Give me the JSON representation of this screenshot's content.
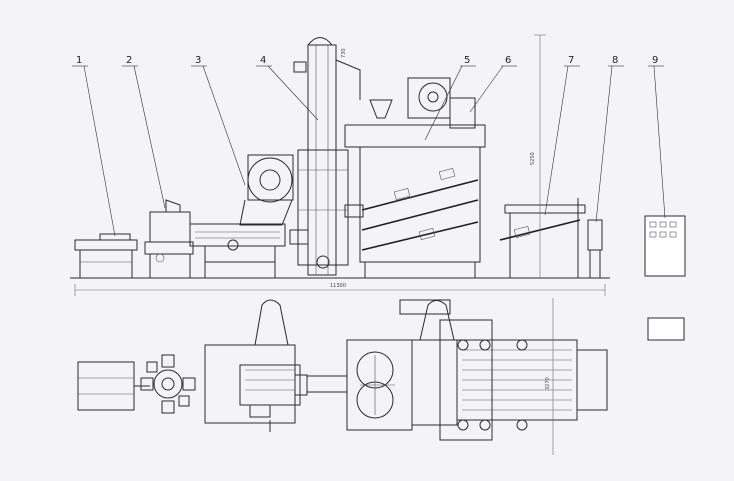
{
  "callouts": [
    {
      "id": "1",
      "label": "1"
    },
    {
      "id": "2",
      "label": "2"
    },
    {
      "id": "3",
      "label": "3"
    },
    {
      "id": "4",
      "label": "4"
    },
    {
      "id": "5",
      "label": "5"
    },
    {
      "id": "6",
      "label": "6"
    },
    {
      "id": "7",
      "label": "7"
    },
    {
      "id": "8",
      "label": "8"
    },
    {
      "id": "9",
      "label": "9"
    }
  ],
  "dimensions": {
    "overall_length": "11300",
    "height": "5250",
    "plan_width": "3270",
    "elevator_top": "730"
  },
  "colors": {
    "line": "#2b2b33",
    "paper": "#f4f3f6"
  }
}
